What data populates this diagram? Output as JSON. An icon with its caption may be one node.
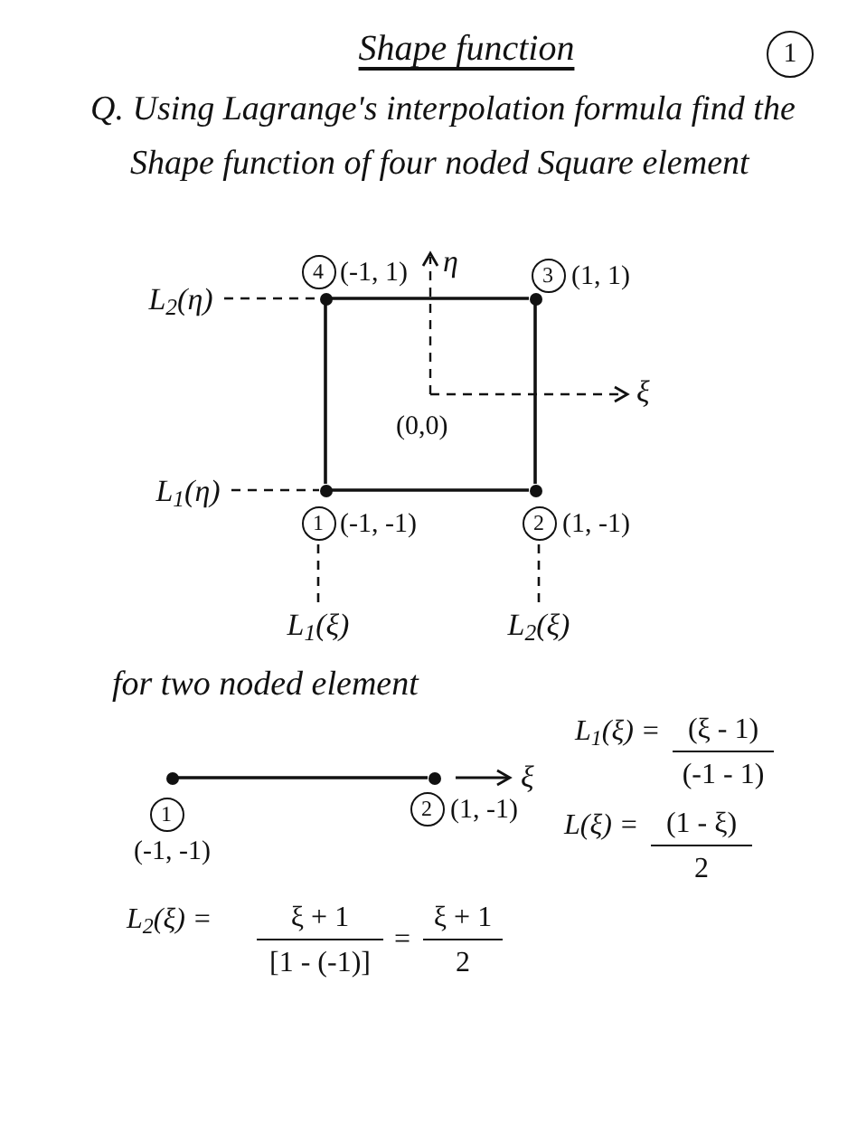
{
  "diagram": {
    "title": "Shape function",
    "nodes": [
      {
        "text": [
          "1"
        ]
      },
      {
        "text": [
          "L$_{2}$(η)"
        ]
      },
      {
        "text": [
          "4"
        ],
        "beside": [
          "(-1, 1)"
        ]
      },
      {
        "text": [
          "3"
        ],
        "beside": [
          "(1, 1)"
        ]
      },
      {
        "text": [],
        "shape": "circle"
      },
      {
        "text": [],
        "shape": "circle"
      },
      {
        "text": [
          "L$_{1}$(η)"
        ]
      },
      {
        "text": [],
        "shape": "circle"
      },
      {
        "text": [],
        "shape": "circle"
      },
      {
        "text": [
          "1"
        ],
        "beside": [
          "(-1, -1)"
        ]
      },
      {
        "text": [
          "2"
        ],
        "beside": [
          "(1, -1)"
        ]
      },
      {
        "text": [
          "L$_{1}$(ξ)"
        ]
      },
      {
        "text": [
          "L$_{2}$(ξ)"
        ]
      },
      {
        "text": [],
        "shape": "circle"
      },
      {
        "text": [],
        "shape": "circle"
      },
      {
        "text": [
          "1"
        ],
        "beside": [
          "(-1, -1)"
        ]
      },
      {
        "text": [
          "2"
        ],
        "beside": [
          "(1, -1)"
        ]
      }
    ],
    "edges": [
      {
        "from": 1,
        "to": 4,
        "arrow": "none",
        "style": "dashed"
      },
      {
        "from": 6,
        "to": 7,
        "arrow": "none",
        "style": "dashed"
      },
      {
        "from": 11,
        "to": 9,
        "arrow": "none",
        "style": "dashed"
      },
      {
        "from": 12,
        "to": 10,
        "arrow": "none",
        "style": "dashed"
      },
      {
        "from": 4,
        "to": 5,
        "arrow": "none"
      },
      {
        "from": 5,
        "to": 8,
        "arrow": "none"
      },
      {
        "from": 8,
        "to": 7,
        "arrow": "none"
      },
      {
        "from": 7,
        "to": 4,
        "arrow": "none"
      },
      {
        "from": 13,
        "to": 14,
        "arrow": "none"
      }
    ],
    "labels": [
      "Q. Using Lagrange's interpolation formula find the Shape function of four noded Square element",
      "η",
      "ξ",
      "(0,0)",
      "for two noded element",
      "L$_{1}$(ξ) =",
      "(ξ - 1)",
      "ξ",
      "(-1 - 1)",
      "L(ξ) =",
      "(1 - ξ)",
      "2",
      "L$_{2}$(ξ) =",
      "ξ + 1",
      "[1 - (-1)]",
      "=",
      "ξ + 1",
      "2"
    ]
  }
}
